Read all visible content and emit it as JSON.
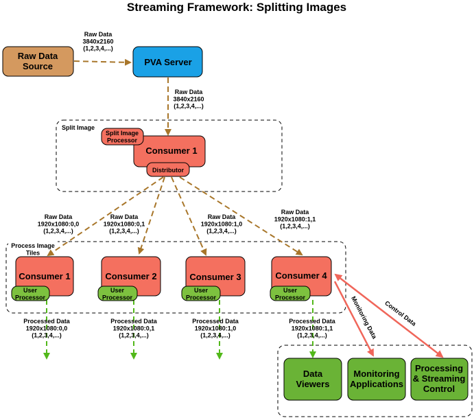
{
  "title": "Streaming Framework: Splitting Images",
  "colors": {
    "source": "#d4995f",
    "server": "#1aa1e6",
    "consumer": "#f4705f",
    "processor": "#7dc13f",
    "output": "#6ab336",
    "raw_arrow": "#a8762a",
    "processed_arrow": "#52b81a",
    "control_arrow": "#f0665a"
  },
  "nodes": {
    "source": "Raw Data\nSource",
    "server": "PVA Server",
    "consumer_main": "Consumer 1",
    "split_processor": "Split Image\nProcessor",
    "distributor": "Distributor",
    "consumers": [
      "Consumer 1",
      "Consumer 2",
      "Consumer 3",
      "Consumer 4"
    ],
    "user_processor": "User\nProcessor",
    "data_viewers": "Data\nViewers",
    "monitoring_apps": "Monitoring\nApplications",
    "processing_control": "Processing\n& Streaming\nControl"
  },
  "groups": {
    "split_image": "Split Image",
    "process_tiles": "Process Image\nTiles"
  },
  "labels": {
    "source_to_server": "Raw Data\n3840x2160\n(1,2,3,4,...)",
    "server_to_consumer": "Raw Data\n3840x2160\n(1,2,3,4,...)",
    "tiles": [
      "Raw Data\n1920x1080:0,0\n(1,2,3,4,...)",
      "Raw Data\n1920x1080:0,1\n(1,2,3,4,...)",
      "Raw Data\n1920x1080:1,0\n(1,2,3,4,...)",
      "Raw Data\n1920x1080:1,1\n(1,2,3,4,...)"
    ],
    "processed": [
      "Processed Data\n1920x1080:0,0\n(1,2,3,4,...)",
      "Processed Data\n1920x1080:0,1\n(1,2,3,4,...)",
      "Processed Data\n1920x1080:1,0\n(1,2,3,4,...)",
      "Processed Data\n1920x1080:1,1\n(1,2,3,4,...)"
    ],
    "monitoring_data": "Monitoring Data",
    "control_data": "Control Data"
  }
}
